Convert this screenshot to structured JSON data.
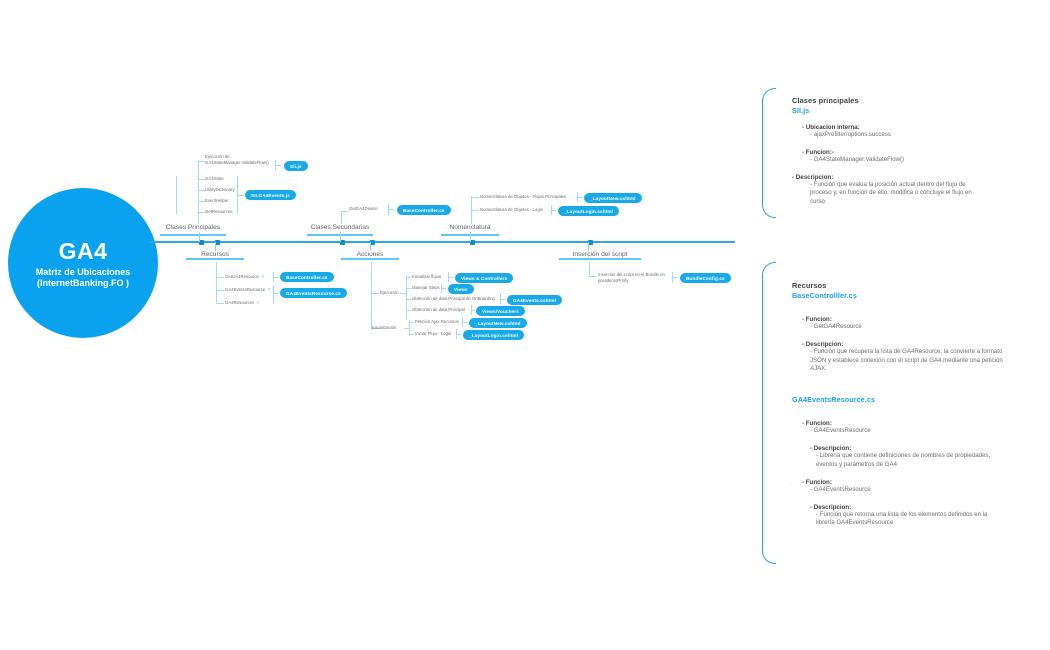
{
  "root": {
    "title": "GA4",
    "subtitle": "Matriz de Ubicaciones (InternetBanking.FO )"
  },
  "branches": {
    "clases_principales": {
      "label": "Clases Principales",
      "items": [
        {
          "text": "Ejecución de GA4StateManager.ValidateFlow()",
          "pill": "Sii.js"
        },
        {
          "text": "GA4State",
          "pill": null
        },
        {
          "text": "UtilityDictionary",
          "pill": null
        },
        {
          "text": "EventHelper",
          "pill": null
        },
        {
          "text": "GetResources",
          "pill": null
        }
      ],
      "group_pill": "SII.GA4Events.js"
    },
    "clases_secundarias": {
      "label": "Clases Secundarias",
      "items": [
        {
          "text": "GetGA4Device",
          "pill": "BaseController.cs"
        }
      ]
    },
    "nomenclatura": {
      "label": "Nomenclatura",
      "items": [
        {
          "text": "Nomenclatura de Objetos - Flujos Principales",
          "pill": "_LayoutNew.cshtml"
        },
        {
          "text": "Nomenclatura de Objetos - Login",
          "pill": "_LayoutLogin.cshtml"
        }
      ]
    },
    "recursos": {
      "label": "Recursos",
      "items": [
        {
          "text": "GetGA4Resource",
          "pill": "BaseController.cs"
        },
        {
          "text": "GA4EventsResource",
          "pill": null
        },
        {
          "text": "GA4Resources",
          "pill": null
        }
      ],
      "group_pill": "GA4EventsResource.cs"
    },
    "acciones": {
      "label": "Acciones",
      "groups": [
        {
          "name": "Ejecución",
          "items": [
            {
              "text": "Inicializar flujos",
              "pill": "Views & Controllers"
            },
            {
              "text": "Manejar Steps",
              "pill": "Views"
            },
            {
              "text": "Obtención de data Principal de OnBoarding",
              "pill": "GA4Events.cshtml"
            },
            {
              "text": "Obtención de data Principal",
              "pill": "Views/Vouchers"
            }
          ]
        },
        {
          "name": "Inicialización",
          "items": [
            {
              "text": "Petición Ajax Recursos",
              "pill": "_LayoutNew.cshtml"
            },
            {
              "text": "Iniciar Flujo - Login",
              "pill": "_LayoutLogin.cshtml"
            }
          ]
        }
      ]
    },
    "insercion_script": {
      "label": "Inserción del script",
      "items": [
        {
          "text": "Inserción del script en el Bundle en preadentoPrinfy",
          "pill": "BundleConfig.cs"
        }
      ]
    }
  },
  "panels": [
    {
      "title": "Clases principales",
      "file": "SII.js",
      "sections": [
        {
          "heading": "- Ubicacion interna:",
          "lines": [
            "- ajaxPrefilter/options.success"
          ]
        },
        {
          "heading": "- Funcion:-",
          "lines": [
            "- GA4StateManager.ValidateFlow()"
          ]
        },
        {
          "heading": "- Descripcion:",
          "lines": [
            "- Función que evalúa la posición actual dentro del flujo de proceso y, en función de ello, modifica o concluye el flujo en curso."
          ]
        }
      ]
    },
    {
      "title": "Recursos",
      "file": "BaseControlller.cs",
      "sections": [
        {
          "heading": "- Funcion:",
          "lines": [
            "- GetGA4Resource"
          ]
        },
        {
          "heading": "- Descripcion:",
          "lines": [
            "- Función que recupera la lista de GA4Resource, la convierte a formato JSON y establece conexión con el script de GA4 mediante una petición AJAX."
          ]
        }
      ],
      "file2": "GA4EventsResource.cs",
      "sections2": [
        {
          "heading": "- Funcion:",
          "lines": [
            "- GA4EventsResource"
          ]
        },
        {
          "heading": "- Descripcion:",
          "lines": [
            "- Librería que contiene definiciones de nombres de propiedades, eventos y parámetros de GA4"
          ]
        },
        {
          "heading": "- Funcion:",
          "lines": [
            "- GA4EventsResource"
          ]
        },
        {
          "heading": "- Descripcion:",
          "lines": [
            "- Función que retorna una lista de los elementos definidos en la librería GA4EventsResource"
          ]
        }
      ]
    }
  ],
  "colors": {
    "accent": "#0aa2ee",
    "pill": "#17a9e8",
    "line": "#29abe2",
    "light_line": "#9fdcf8",
    "text": "#6b6b6b"
  }
}
